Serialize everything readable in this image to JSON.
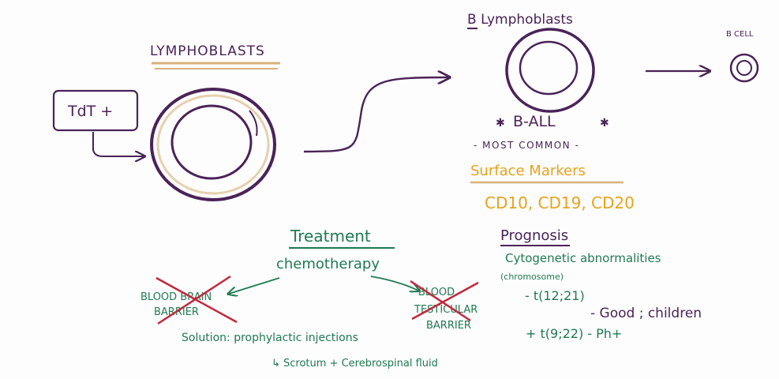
{
  "lymphoblasts": {
    "title": "LYMPHOBLASTS",
    "marker_label": "TdT +"
  },
  "b_lymphoblasts": {
    "title": "B Lymphoblasts",
    "b_all": "B-ALL",
    "most_common": "- MOST COMMON -"
  },
  "b_cell": {
    "label": "B CELL"
  },
  "surface_markers": {
    "title": "Surface Markers",
    "values": "CD10, CD19, CD20"
  },
  "treatment": {
    "title": "Treatment",
    "chemo": "chemotherapy",
    "barrier_left": [
      "BLOOD BRAIN",
      "BARRIER"
    ],
    "barrier_right": [
      "BLOOD",
      "TESTICULAR",
      "BARRIER"
    ],
    "solution": "Solution: prophylactic injections",
    "solution_detail": "↳ Scrotum + Cerebrospinal fluid"
  },
  "prognosis": {
    "title": "Prognosis",
    "cyto": "Cytogenetic abnormalities",
    "cyto_sub": "(chromosome)",
    "item1": "- t(12;21)",
    "item1_detail": "- Good ; children",
    "item2": "+ t(9;22) - Ph+"
  },
  "colors": {
    "ink": "#4a2358",
    "purple": "#5b2a6e",
    "green": "#1f7a52",
    "red": "#c2283a",
    "orange": "#e8a21a",
    "tan": "#d8b27a"
  }
}
